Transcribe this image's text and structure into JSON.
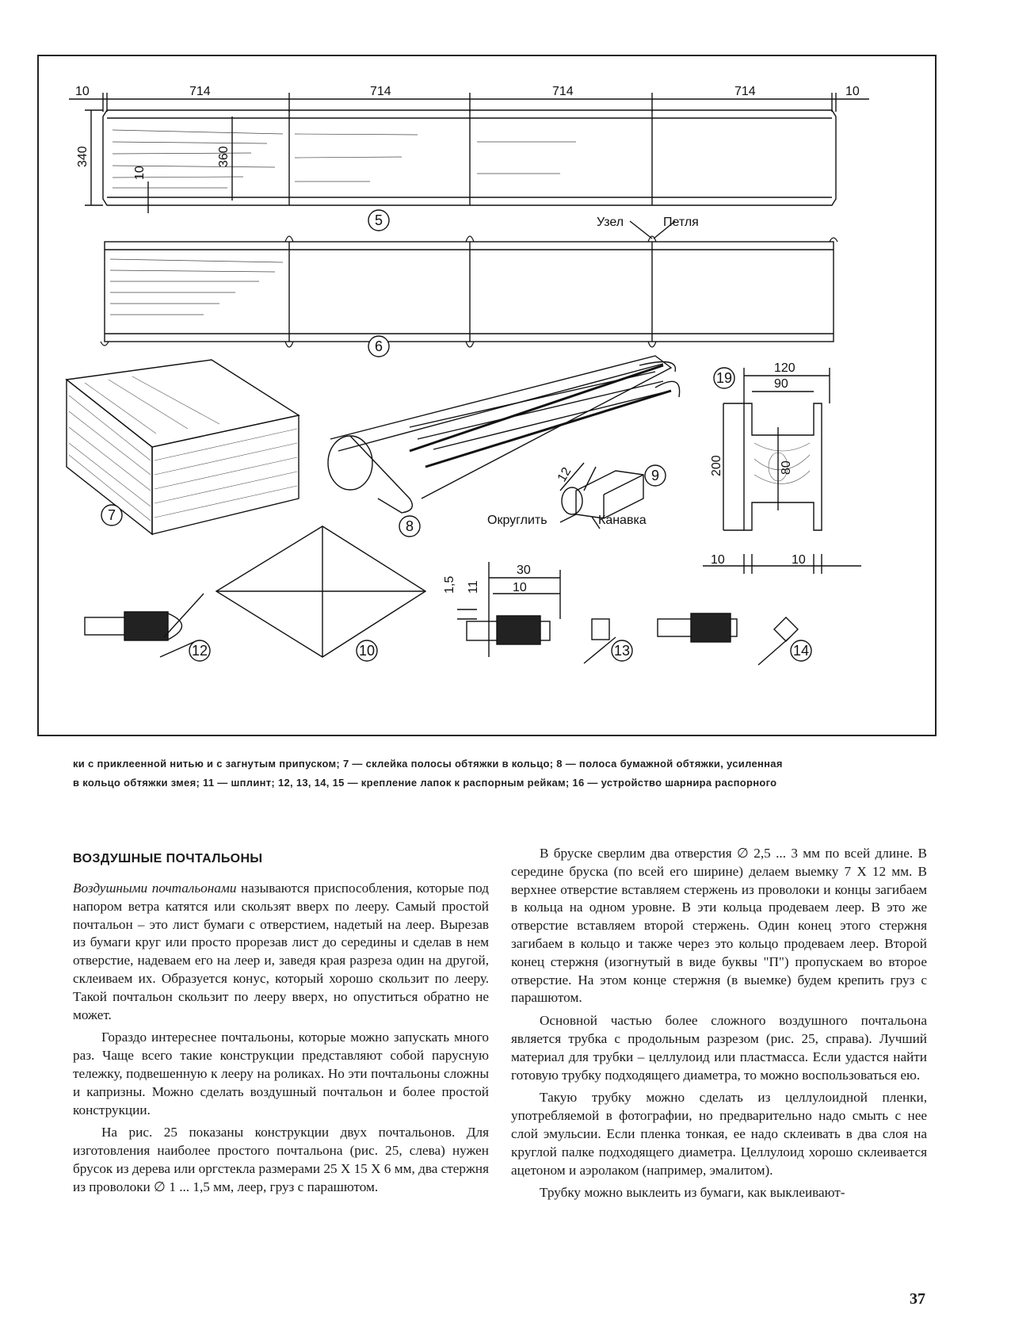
{
  "figure": {
    "dimensions": {
      "left_margin": "10",
      "right_margin": "10",
      "segment_widths": [
        "714",
        "714",
        "714",
        "714"
      ],
      "strip_height": "340",
      "strip_full_height": "360",
      "allowance": "10"
    },
    "labels": {
      "knot": "Узел",
      "loop": "Петля",
      "round": "Округлить",
      "groove": "Канавка"
    },
    "part9_dim": "12",
    "part19_dims": {
      "outer_width": "120",
      "inner_width": "90",
      "height": "200",
      "inner_height": "80",
      "foot_left": "10",
      "foot_right": "10"
    },
    "part13_dims": {
      "length": "30",
      "inner_length": "10",
      "slot": "1,5",
      "thickness": "11"
    },
    "part_numbers": [
      "5",
      "6",
      "7",
      "8",
      "9",
      "10",
      "12",
      "13",
      "14",
      "19"
    ]
  },
  "caption": {
    "line1": "ки с приклеенной нитью и с загнутым припуском; 7 — склейка полосы обтяжки в кольцо; 8 — полоса бумажной обтяжки, усиленная",
    "line2": "в кольцо обтяжки змея; 11 — шплинт; 12, 13, 14, 15 — крепление лапок к распорным рейкам; 16 — устройство шарнира распорного"
  },
  "article": {
    "title": "ВОЗДУШНЫЕ ПОЧТАЛЬОНЫ",
    "lead_italic": "Воздушными почтальонами",
    "p1_rest": " называются приспособления, которые под напором ветра катятся или скользят вверх по лееру. Самый простой почтальон – это лист бумаги с отверстием, надетый на леер. Вырезав из бумаги круг или просто прорезав лист до середины и сделав в нем отверстие, надеваем его на леер и, заведя края разреза один на другой, склеиваем их. Образуется конус, который хорошо скользит по лееру. Такой почтальон скользит по лееру вверх, но опуститься обратно не может.",
    "p2": "Гораздо интереснее почтальоны, которые можно запускать много раз. Чаще всего такие конструкции представляют собой парусную тележку, подвешенную к лееру на роликах. Но эти почтальоны сложны и капризны. Можно сделать воздушный почтальон и более простой конструкции.",
    "p3": "На рис. 25 показаны конструкции двух почтальонов. Для изготовления наиболее простого почтальона (рис. 25, слева) нужен брусок из дерева или оргстекла размерами 25 X 15 X 6 мм, два стержня из проволоки ∅ 1 ... 1,5 мм, леер, груз с парашютом.",
    "p4": "В бруске сверлим два отверстия ∅ 2,5 ... 3 мм по всей длине. В середине бруска (по всей его ширине) делаем выемку 7 X 12 мм. В верхнее отверстие вставляем стержень из проволоки и концы загибаем в кольца на одном уровне. В эти кольца продеваем леер. В это же отверстие вставляем второй стержень. Один конец этого стержня загибаем в кольцо и также через это кольцо продеваем леер. Второй конец стержня (изогнутый в виде буквы \"П\") пропускаем во второе отверстие. На этом конце стержня (в выемке) будем крепить груз с парашютом.",
    "p5": "Основной частью более сложного воздушного почтальона является трубка с продольным разрезом (рис. 25, справа). Лучший материал для трубки – целлулоид или пластмасса. Если удастся найти готовую трубку подходящего диаметра, то можно воспользоваться ею.",
    "p6": "Такую трубку можно сделать из целлулоидной пленки, употребляемой в фотографии, но предварительно надо смыть с нее слой эмульсии. Если пленка тонкая, ее надо склеивать в два слоя на круглой палке подходящего диаметра. Целлулоид хорошо склеивается ацетоном и аэролаком (например, эмалитом).",
    "p7": "Трубку можно выклеить из бумаги, как выклеивают-"
  },
  "page_number": "37"
}
